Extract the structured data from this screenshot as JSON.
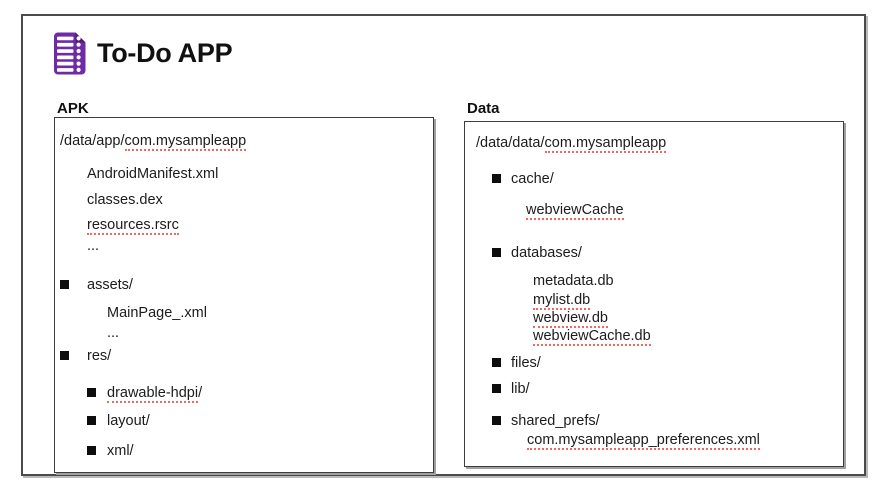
{
  "header": {
    "title": "To-Do APP",
    "icon": "todo-list-icon"
  },
  "colors": {
    "icon_purple": "#6e2ba5",
    "icon_fold_purple": "#4c1a78",
    "underline_red": "#ef6a5e"
  },
  "panels": {
    "apk": {
      "label": "APK",
      "path": {
        "prefix": "/data/app/",
        "package": "com.mysampleapp",
        "package_underlined": true
      },
      "items": [
        {
          "label": "AndroidManifest.xml",
          "underlined": false
        },
        {
          "label": "classes.dex",
          "underlined": false
        },
        {
          "label": "resources.rsrc",
          "underlined": true
        },
        {
          "label": "...",
          "underlined": false
        },
        {
          "label": "assets/",
          "underlined": false
        },
        {
          "label": "MainPage_.xml",
          "underlined": false
        },
        {
          "label": "...",
          "underlined": false
        },
        {
          "label": "res/",
          "underlined": false
        },
        {
          "label": "drawable-hdpi",
          "trail": "/",
          "underlined": true
        },
        {
          "label": "layout/",
          "underlined": false
        },
        {
          "label": "xml/",
          "underlined": false
        }
      ]
    },
    "data": {
      "label": "Data",
      "path": {
        "prefix": "/data/data/",
        "package": "com.mysampleapp",
        "package_underlined": true
      },
      "items": [
        {
          "label": "cache/",
          "underlined": false
        },
        {
          "label": "webviewCache",
          "underlined": true
        },
        {
          "label": "databases/",
          "underlined": false
        },
        {
          "label": "metadata.db",
          "underlined": false
        },
        {
          "label": "mylist.db",
          "underlined": true
        },
        {
          "label": "webview.db",
          "underlined": true
        },
        {
          "label": "webviewCache.db",
          "underlined": true
        },
        {
          "label": "files/",
          "underlined": false
        },
        {
          "label": "lib/",
          "underlined": false
        },
        {
          "label": "shared_prefs/",
          "underlined": false
        },
        {
          "label": "com.mysampleapp_preferences.xml",
          "underlined": true
        }
      ]
    }
  }
}
